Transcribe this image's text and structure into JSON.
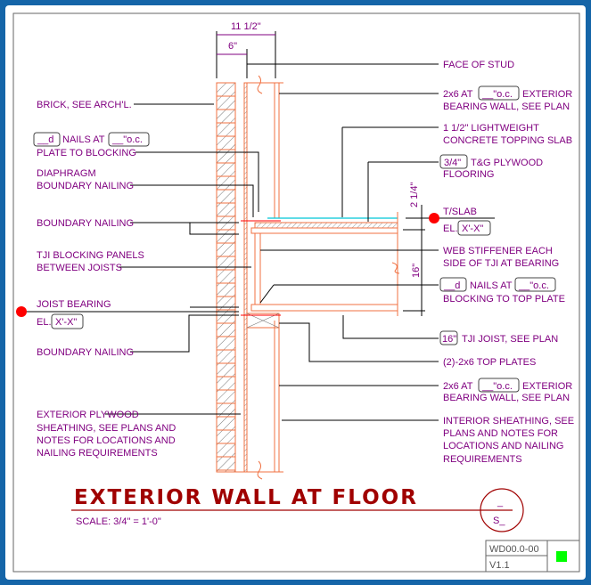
{
  "drawing": {
    "title": "EXTERIOR WALL AT FLOOR",
    "scale": "SCALE: 3/4\" = 1'-0\"",
    "detail_number": "_",
    "sheet_number": "S_",
    "drawing_id": "WD00.0-00",
    "version": "V1.1",
    "status_color": "#00ff00"
  },
  "dimensions": {
    "overall": "11 1/2\"",
    "partial": "6\"",
    "topping": "2 1/4\"",
    "joist_depth": "16\""
  },
  "left_labels": {
    "brick": "BRICK, SEE ARCH'L.",
    "nails_box": "__d",
    "nails_mid": "NAILS AT",
    "nails_oc": "__\"o.c.",
    "plate_to_blocking": "PLATE TO BLOCKING",
    "diaphragm_1": "DIAPHRAGM",
    "diaphragm_2": "BOUNDARY NAILING",
    "boundary_nailing_1": "BOUNDARY NAILING",
    "tji_blocking_1": "TJI BLOCKING PANELS",
    "tji_blocking_2": "BETWEEN JOISTS",
    "joist_bearing": "JOIST BEARING",
    "el_prefix": "EL.",
    "el_value": "X'-X\"",
    "boundary_nailing_2": "BOUNDARY NAILING",
    "ext_plywood": [
      "EXTERIOR PLYWOOD",
      "SHEATHING, SEE PLANS AND",
      "NOTES FOR LOCATIONS AND",
      "NAILING REQUIREMENTS"
    ]
  },
  "right_labels": {
    "face_of_stud": "FACE OF STUD",
    "stud_prefix": "2x6 AT",
    "stud_oc": "__\"o.c.",
    "stud_suffix": "EXTERIOR",
    "stud_line2": "BEARING WALL, SEE PLAN",
    "topping_1": "1 1/2\" LIGHTWEIGHT",
    "topping_2": "CONCRETE TOPPING SLAB",
    "plywood_box": "3/4\"",
    "plywood_1": "T&G PLYWOOD",
    "plywood_2": "FLOORING",
    "t_slab": "T/SLAB",
    "el_prefix": "EL.",
    "el_value": "X'-X\"",
    "web_1": "WEB STIFFENER EACH",
    "web_2": "SIDE OF TJI AT BEARING",
    "nails_box": "__d",
    "nails_mid": "NAILS AT",
    "nails_oc": "__\"o.c.",
    "nails_2": "BLOCKING TO TOP PLATE",
    "joist_box": "16\"",
    "joist_text": "TJI JOIST, SEE PLAN",
    "top_plates": "(2)-2x6 TOP PLATES",
    "stud2_prefix": "2x6 AT",
    "stud2_oc": "__\"o.c.",
    "stud2_suffix": "EXTERIOR",
    "stud2_line2": "BEARING WALL, SEE PLAN",
    "interior": [
      "INTERIOR SHEATHING, SEE",
      "PLANS AND NOTES FOR",
      "LOCATIONS AND NAILING",
      "REQUIREMENTS"
    ]
  }
}
